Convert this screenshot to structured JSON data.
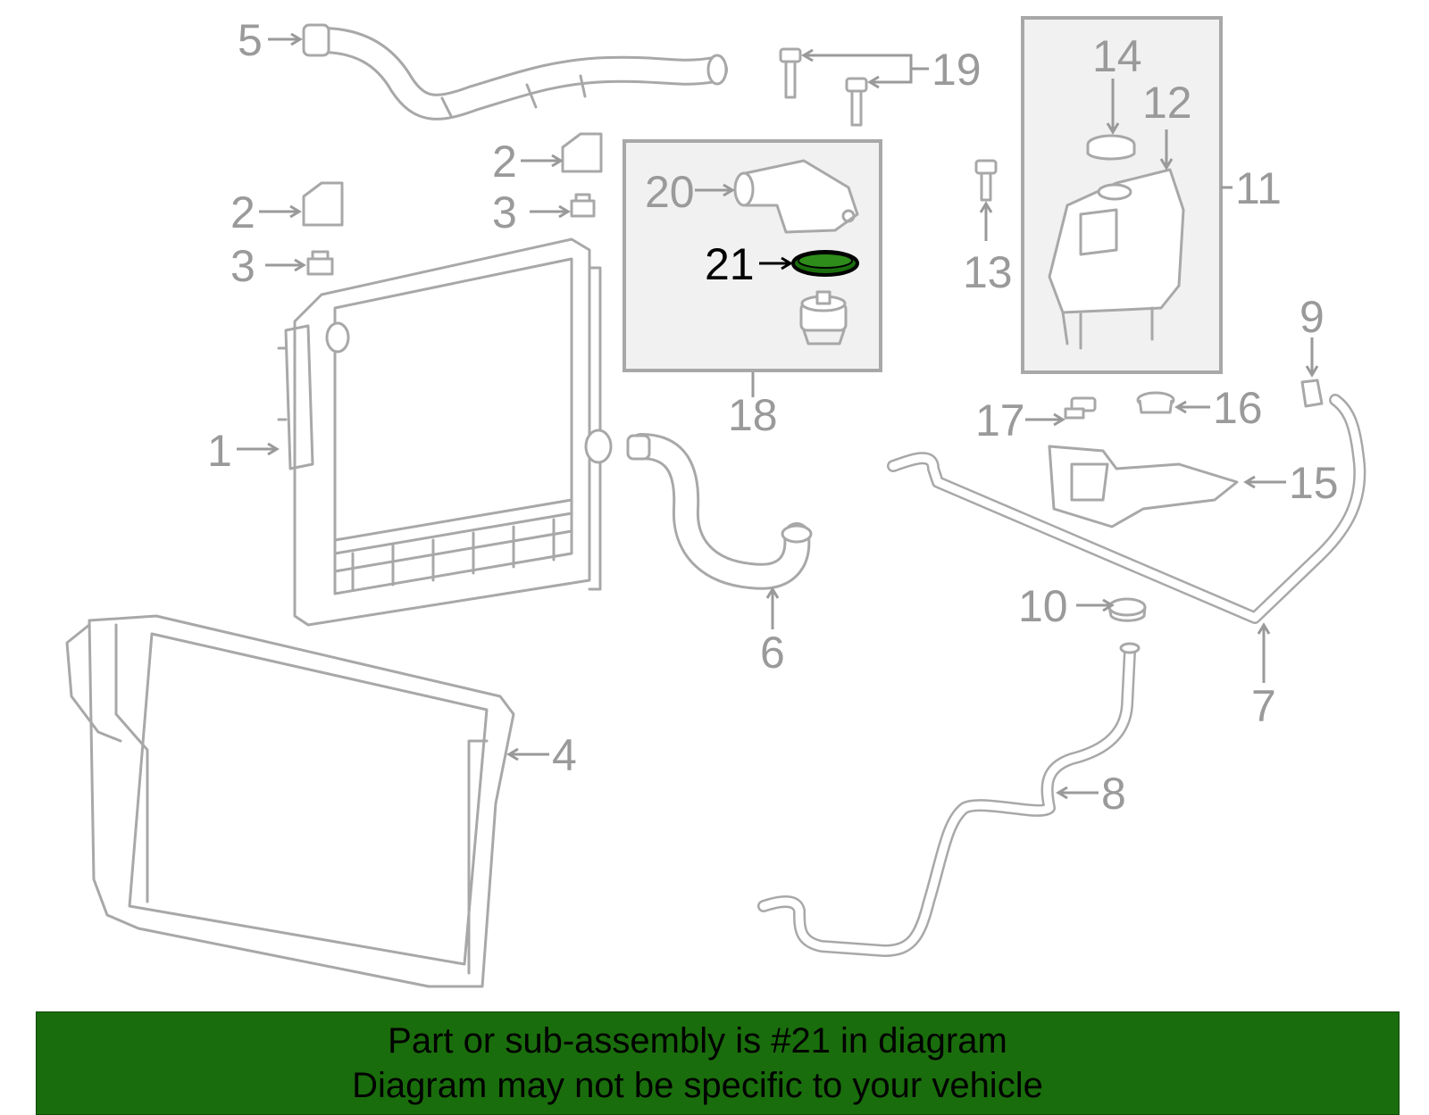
{
  "callouts": [
    {
      "id": "1",
      "label": "1"
    },
    {
      "id": "2a",
      "label": "2"
    },
    {
      "id": "2b",
      "label": "2"
    },
    {
      "id": "3a",
      "label": "3"
    },
    {
      "id": "3b",
      "label": "3"
    },
    {
      "id": "4",
      "label": "4"
    },
    {
      "id": "5",
      "label": "5"
    },
    {
      "id": "6",
      "label": "6"
    },
    {
      "id": "7",
      "label": "7"
    },
    {
      "id": "8",
      "label": "8"
    },
    {
      "id": "9",
      "label": "9"
    },
    {
      "id": "10",
      "label": "10"
    },
    {
      "id": "11",
      "label": "11"
    },
    {
      "id": "12",
      "label": "12"
    },
    {
      "id": "13",
      "label": "13"
    },
    {
      "id": "14",
      "label": "14"
    },
    {
      "id": "15",
      "label": "15"
    },
    {
      "id": "16",
      "label": "16"
    },
    {
      "id": "17",
      "label": "17"
    },
    {
      "id": "18",
      "label": "18"
    },
    {
      "id": "19",
      "label": "19"
    },
    {
      "id": "20",
      "label": "20"
    },
    {
      "id": "21",
      "label": "21"
    }
  ],
  "highlight": {
    "part": "21",
    "color": "#1a6d0c",
    "label_color": "#000000"
  },
  "banner": {
    "line1": "Part or sub-assembly is #21 in diagram",
    "line2": "Diagram may not be specific to your vehicle",
    "background": "#1a6d0c"
  },
  "colors": {
    "part_stroke": "#a8a8a8",
    "label": "#9a9a9a",
    "box_fill": "#f1f1f1"
  }
}
